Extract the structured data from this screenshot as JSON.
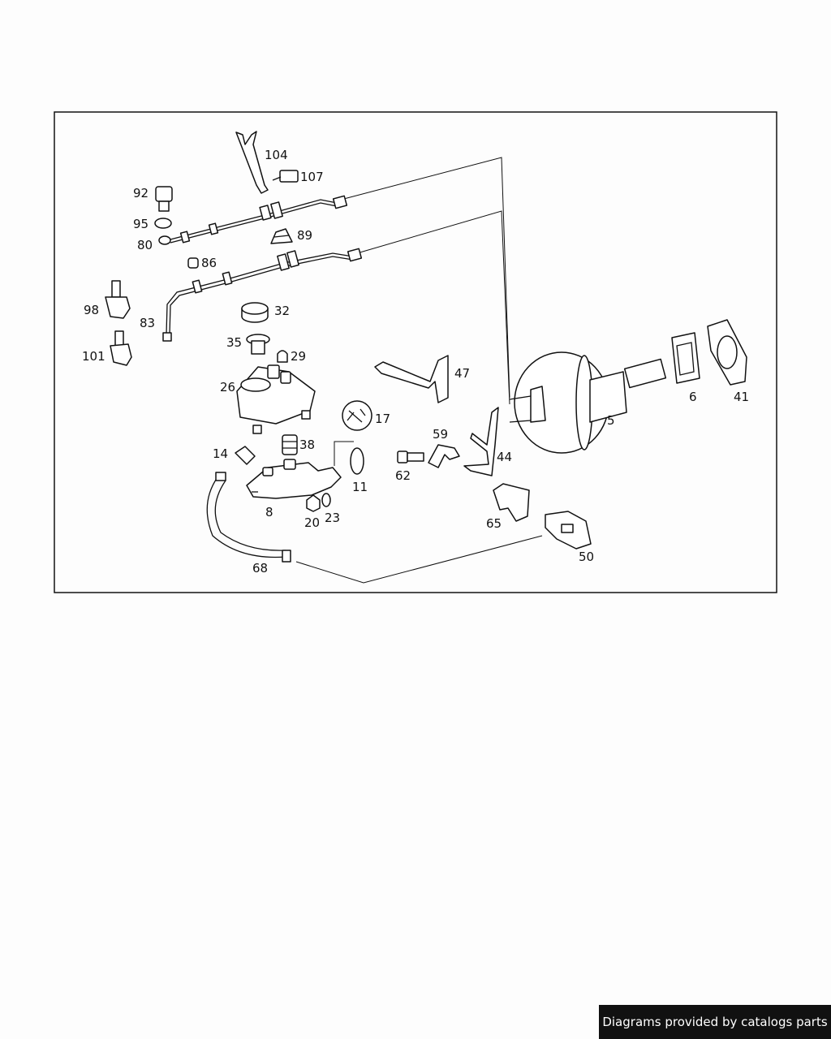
{
  "diagram": {
    "labels": {
      "p104": "104",
      "p107": "107",
      "p92": "92",
      "p95": "95",
      "p80": "80",
      "p89": "89",
      "p86": "86",
      "p98": "98",
      "p83": "83",
      "p101": "101",
      "p32": "32",
      "p35": "35",
      "p29": "29",
      "p26": "26",
      "p47": "47",
      "p17": "17",
      "p5": "5",
      "p6": "6",
      "p41": "41",
      "p59": "59",
      "p14": "14",
      "p38": "38",
      "p44": "44",
      "p62": "62",
      "p11": "11",
      "p8": "8",
      "p20": "20",
      "p23": "23",
      "p65": "65",
      "p50": "50",
      "p68": "68"
    }
  },
  "footer": {
    "credit": "Diagrams provided by catalogs parts"
  },
  "colors": {
    "line": "#111111",
    "background": "#fdfdfd",
    "watermark_bg": "#111111",
    "watermark_text": "#ffffff"
  }
}
